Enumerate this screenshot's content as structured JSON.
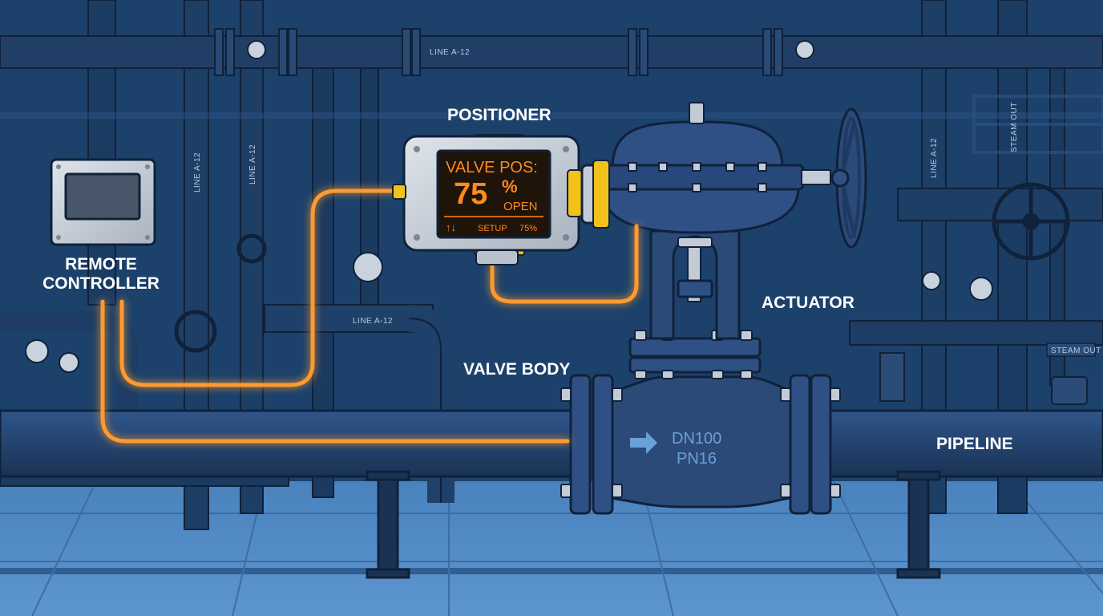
{
  "labels": {
    "positioner": "POSITIONER",
    "remote_controller_line1": "REMOTE",
    "remote_controller_line2": "CONTROLLER",
    "actuator": "ACTUATOR",
    "valve_body": "VALVE BODY",
    "pipeline": "PIPELINE"
  },
  "positioner_display": {
    "title": "VALVE POS:",
    "value": "75",
    "unit": "%",
    "state": "OPEN",
    "arrows": "↑↓",
    "setup": "SETUP",
    "value_small": "75%"
  },
  "valve_body_marking": {
    "size": "DN100",
    "pressure": "PN16"
  },
  "pipe_tags": {
    "top_line": "LINE A-12",
    "vertical_1": "LINE A-12",
    "vertical_2": "LINE A-12",
    "mid_line": "LINE A-12",
    "right_vertical": "LINE A-12",
    "steam_out_vertical": "STEAM OUT",
    "steam_out_right": "STEAM OUT"
  },
  "colors": {
    "background": "#1f4570",
    "signal_wire": "#ff9a2e",
    "lcd_text": "#ff8a1e",
    "equipment_blue": "#2b4a78",
    "label_white": "#ffffff"
  }
}
